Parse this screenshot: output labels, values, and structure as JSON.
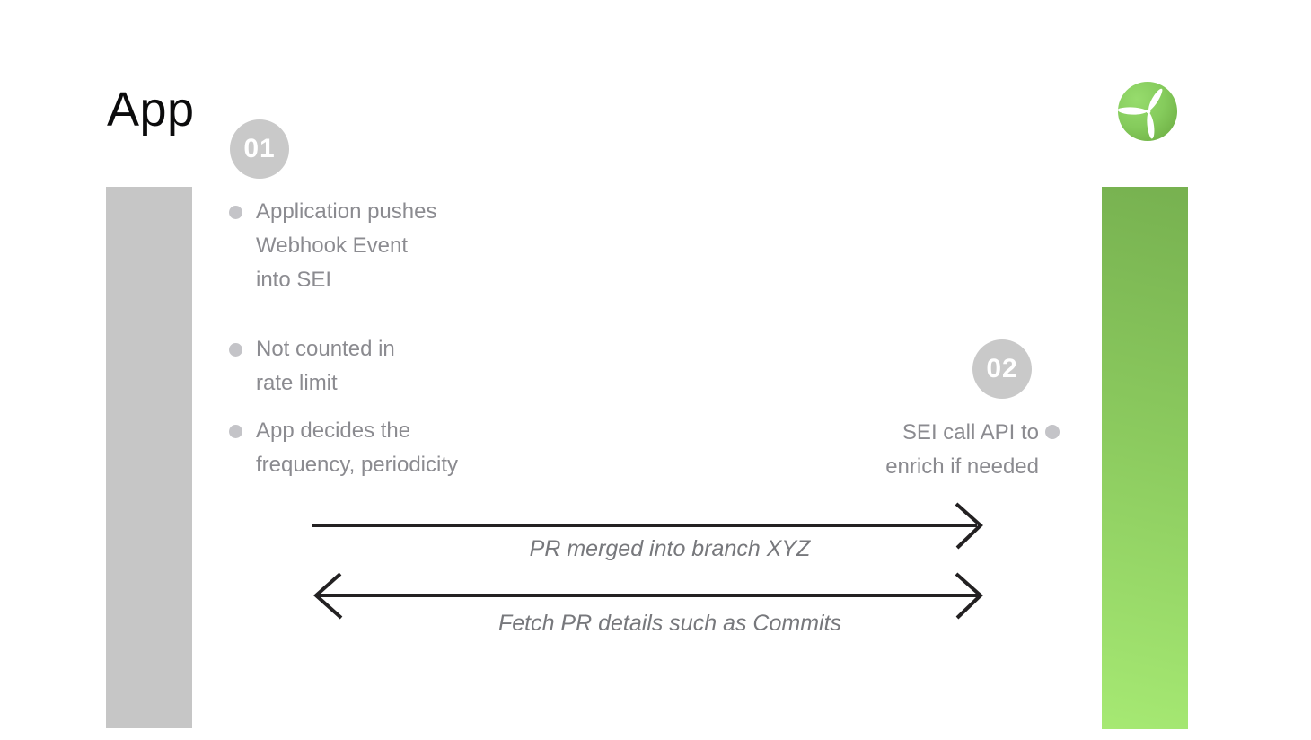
{
  "title": "App",
  "logo": {
    "icon": "propeller-logo"
  },
  "badges": {
    "step1": "01",
    "step2": "02"
  },
  "left_notes": [
    {
      "lines": [
        "Application pushes",
        "Webhook Event",
        "into SEI"
      ]
    },
    {
      "lines": [
        "Not counted in",
        "rate limit"
      ]
    },
    {
      "lines": [
        "App decides the",
        "frequency, periodicity"
      ]
    }
  ],
  "right_note": {
    "lines": [
      "SEI call API to",
      "enrich if needed"
    ]
  },
  "arrows": [
    {
      "label": "PR merged into branch XYZ",
      "direction": "right"
    },
    {
      "label": "Fetch PR details such as Commits",
      "direction": "both"
    }
  ],
  "colors": {
    "accent_green_top": "#77b150",
    "accent_green_bottom": "#a6e973",
    "logo_green_light": "#97dc6d",
    "logo_green_dark": "#6fb045",
    "lane_gray": "#c6c6c6",
    "badge_gray": "#c9c9c9",
    "bullet_dot_gray": "#c4c4c8",
    "note_text_gray": "#8b8b90",
    "arrow_label_gray": "#77787c",
    "arrow_stroke": "#232122",
    "title_black": "#0b0b0c"
  }
}
